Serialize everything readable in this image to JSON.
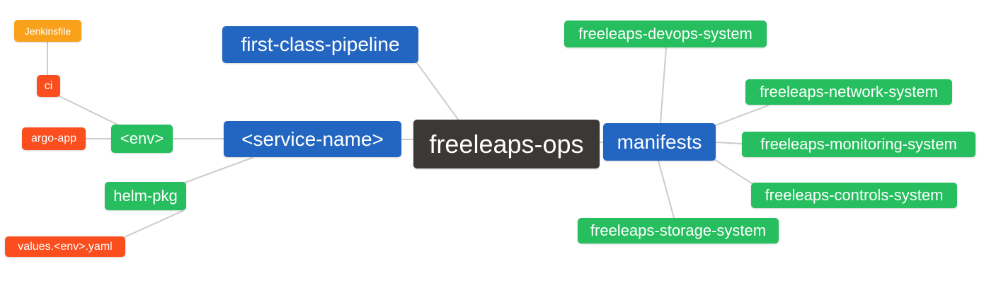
{
  "colors": {
    "background": "#ffffff",
    "edge": "#cccccc",
    "blue": "#2366c1",
    "green": "#26be5e",
    "red": "#fa4e1e",
    "amber": "#f9a11b",
    "dark": "#3c3836"
  },
  "mindmap": {
    "root_label": "freeleaps-ops",
    "nodes": {
      "freeleaps_ops": {
        "label": "freeleaps-ops",
        "level": 0,
        "color": "dark"
      },
      "first_class_pipeline": {
        "label": "first-class-pipeline",
        "level": 1,
        "color": "blue"
      },
      "service_name": {
        "label": "<service-name>",
        "level": 1,
        "color": "blue"
      },
      "manifests": {
        "label": "manifests",
        "level": 1,
        "color": "blue"
      },
      "env": {
        "label": "<env>",
        "level": 2,
        "color": "green"
      },
      "helm_pkg": {
        "label": "helm-pkg",
        "level": 2,
        "color": "green"
      },
      "ci": {
        "label": "ci",
        "level": 3,
        "color": "red"
      },
      "argo_app": {
        "label": "argo-app",
        "level": 3,
        "color": "red"
      },
      "jenkinsfile": {
        "label": "Jenkinsfile",
        "level": 4,
        "color": "amber"
      },
      "values_env_yaml": {
        "label": "values.<env>.yaml",
        "level": 3,
        "color": "red"
      },
      "devops_system": {
        "label": "freeleaps-devops-system",
        "level": 2,
        "color": "green"
      },
      "network_system": {
        "label": "freeleaps-network-system",
        "level": 2,
        "color": "green"
      },
      "monitoring_system": {
        "label": "freeleaps-monitoring-system",
        "level": 2,
        "color": "green"
      },
      "controls_system": {
        "label": "freeleaps-controls-system",
        "level": 2,
        "color": "green"
      },
      "storage_system": {
        "label": "freeleaps-storage-system",
        "level": 2,
        "color": "green"
      }
    },
    "edges": [
      {
        "from": "freeleaps_ops",
        "to": "first_class_pipeline"
      },
      {
        "from": "freeleaps_ops",
        "to": "service_name"
      },
      {
        "from": "freeleaps_ops",
        "to": "manifests"
      },
      {
        "from": "service_name",
        "to": "env"
      },
      {
        "from": "service_name",
        "to": "helm_pkg"
      },
      {
        "from": "env",
        "to": "ci"
      },
      {
        "from": "env",
        "to": "argo_app"
      },
      {
        "from": "ci",
        "to": "jenkinsfile"
      },
      {
        "from": "helm_pkg",
        "to": "values_env_yaml"
      },
      {
        "from": "manifests",
        "to": "devops_system"
      },
      {
        "from": "manifests",
        "to": "network_system"
      },
      {
        "from": "manifests",
        "to": "monitoring_system"
      },
      {
        "from": "manifests",
        "to": "controls_system"
      },
      {
        "from": "manifests",
        "to": "storage_system"
      }
    ]
  }
}
